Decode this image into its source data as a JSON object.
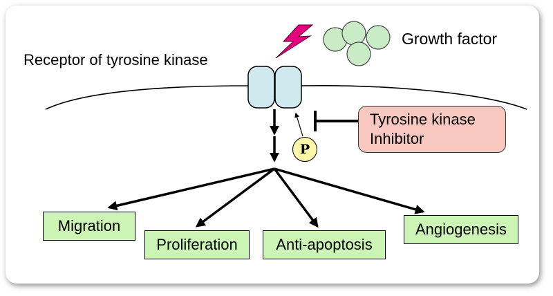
{
  "labels": {
    "receptor": "Receptor of tyrosine kinase",
    "growth_factor": "Growth factor",
    "inhibitor_line1": "Tyrosine kinase",
    "inhibitor_line2": "Inhibitor",
    "phosphate": "P"
  },
  "outcomes": {
    "migration": "Migration",
    "proliferation": "Proliferation",
    "anti_apoptosis": "Anti-apoptosis",
    "angiogenesis": "Angiogenesis"
  },
  "colors": {
    "growth_factor": "#c9ecc7",
    "receptor": "#cfe9ee",
    "lightning": "#e6007e",
    "outcome_box": "#ccf4b4",
    "inhibitor_box": "#f8c8c0",
    "phosphate": "#fbf6a8"
  }
}
